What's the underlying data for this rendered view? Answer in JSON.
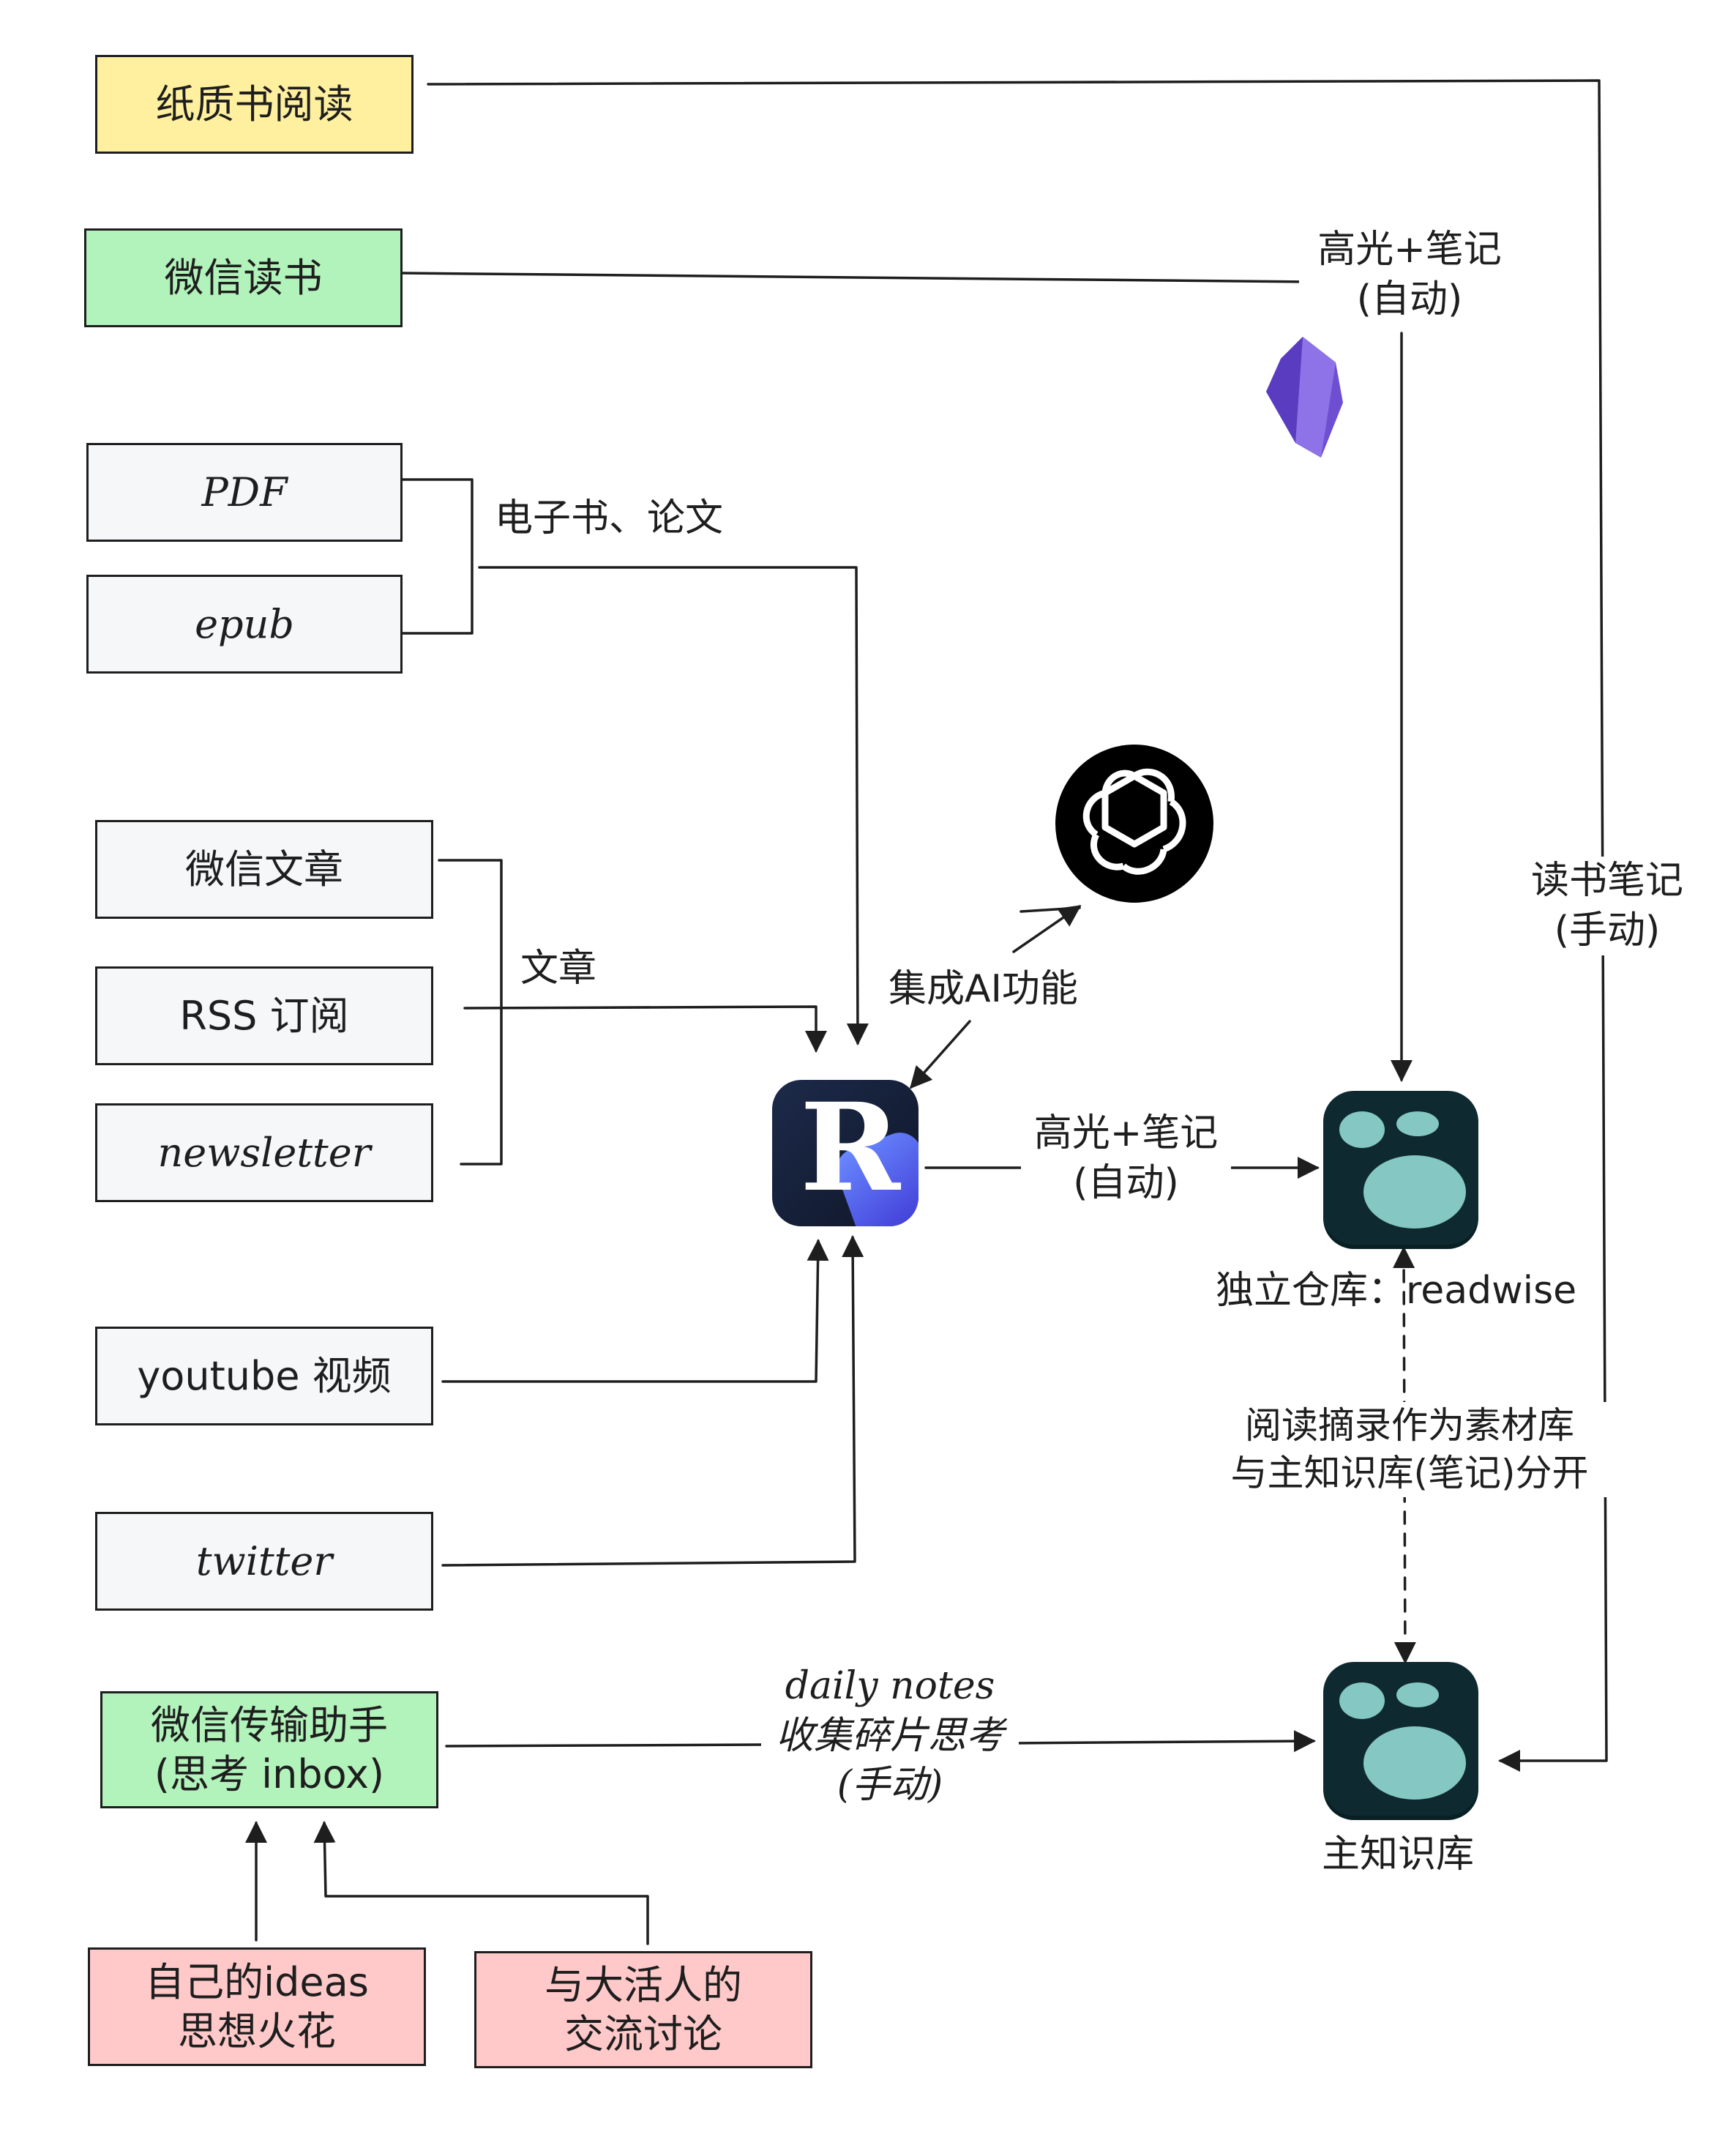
{
  "colors": {
    "yellow": "#fff0a0",
    "green": "#b2f2bb",
    "grey": "#f6f7f9",
    "red": "#ffc9c9",
    "obsidian": "#7b5cd6",
    "logseq_bg": "#0e2a30",
    "logseq_blob": "#85c7c2"
  },
  "sources": {
    "paper_books": "纸质书阅读",
    "weread": "微信读书",
    "pdf": "PDF",
    "epub": "epub",
    "wechat_articles": "微信文章",
    "rss": "RSS 订阅",
    "newsletter": "newsletter",
    "youtube": "youtube 视频",
    "twitter": "twitter",
    "wechat_helper": "微信传输助手\n(思考 inbox)",
    "own_ideas": "自己的ideas\n思想火花",
    "discussion": "与大活人的\n交流讨论"
  },
  "labels": {
    "weread_highlight": "高光+笔记\n(自动)",
    "ebook_paper": "电子书、论文",
    "articles": "文章",
    "ai_integration": "集成AI功能",
    "reader_highlight": "高光+笔记\n(自动)",
    "standalone_repo": "独立仓库：readwise",
    "reading_notes": "读书笔记\n(手动)",
    "separation": "阅读摘录作为素材库\n与主知识库(笔记)分开",
    "daily_notes": "daily notes\n收集碎片思考\n(手动)",
    "main_kb": "主知识库"
  },
  "icons": {
    "obsidian": "obsidian-crystal-icon",
    "openai": "openai-knot-icon",
    "reader": "readwise-reader-r-icon",
    "logseq_repo": "logseq-blob-icon",
    "logseq_main": "logseq-blob-icon"
  },
  "reader_letter": "R"
}
